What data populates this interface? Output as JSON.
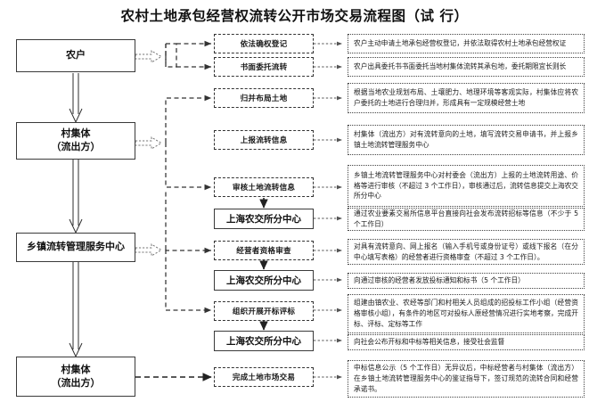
{
  "title": "农村土地承包经营权流转公开市场交易流程图（试 行）",
  "left_column": [
    {
      "id": "farmer",
      "line1": "农户",
      "line2": ""
    },
    {
      "id": "village-collective-top",
      "line1": "村集体",
      "line2": "（流出方）"
    },
    {
      "id": "township-center",
      "line1": "乡镇流转管理服务中心",
      "line2": ""
    },
    {
      "id": "village-collective-bottom",
      "line1": "村集体",
      "line2": "（流出方）"
    }
  ],
  "middle_column": [
    {
      "id": "step-rights-registration",
      "label": "依法确权登记",
      "style": "dashed"
    },
    {
      "id": "step-written-entrustment",
      "label": "书面委托流转",
      "style": "dashed"
    },
    {
      "id": "step-merge-land",
      "label": "归并布局土地",
      "style": "dashed"
    },
    {
      "id": "step-report-info",
      "label": "上报流转信息",
      "style": "dashed"
    },
    {
      "id": "step-review-info",
      "label": "审核土地流转信息",
      "style": "dashed"
    },
    {
      "id": "agency-center-1",
      "label": "上海农交所分中心",
      "style": "solid"
    },
    {
      "id": "step-qualification-review",
      "label": "经营者资格审查",
      "style": "dashed"
    },
    {
      "id": "agency-center-2",
      "label": "上海农交所分中心",
      "style": "solid"
    },
    {
      "id": "step-bid-opening",
      "label": "组织开展开标评标",
      "style": "dashed"
    },
    {
      "id": "agency-center-3",
      "label": "上海农交所分中心",
      "style": "solid"
    },
    {
      "id": "step-complete-transaction",
      "label": "完成土地市场交易",
      "style": "dashed"
    }
  ],
  "descriptions": [
    {
      "id": "desc-rights-registration",
      "text": "农户主动申请土地承包经营权登记，并依法取得农村土地承包经营权证"
    },
    {
      "id": "desc-written-entrustment",
      "text": "农户出具委托书书面委托当地村集体流转其承包地，委托期限宜长则长"
    },
    {
      "id": "desc-merge-land",
      "text": "根据当地农业规划布局、土壤肥力、地理环境等客观实际，村集体应将农户委托的土地进行合理归并，形成具有一定规模经营土地"
    },
    {
      "id": "desc-report-info",
      "text": "村集体（流出方）对有流转意向的土地，填写流转交易申请书，并上报乡镇土地流转管理服务中心"
    },
    {
      "id": "desc-review-info",
      "text": "乡镇土地流转管理服务中心对村委会（流出方）上报的土地流转用途、价格等进行审核（不超过 3 个工作日），审核通过后，流转信息提交上海农交所分中心"
    },
    {
      "id": "desc-publish-info",
      "text": "通过农业要素交易所信息平台直接向社会发布流转招标等信息（不少于 5 个工作日）"
    },
    {
      "id": "desc-qualification-review",
      "text": "对具有流转意向、网上报名（输入手机号或身份证号）或线下报名（在分中心填写表格）的经营者进行资格审查（不超过 3 个工作日）。"
    },
    {
      "id": "desc-issue-notice",
      "text": "向通过审核的经营者发放投标通知和标书（5 个工作日）"
    },
    {
      "id": "desc-bid-group",
      "text": "组建由镇农业、农经等部门和村相关人员组成的招投标工作小组（经营资格审核小组），有条件的地区可对投标人原经营情况进行实地考察，完成开标、评标、定标等工作"
    },
    {
      "id": "desc-publicize",
      "text": "向社会公布开标和中标等相关信息，接受社会监督"
    },
    {
      "id": "desc-sign-contract",
      "text": "中标信息公示（5 个工作日）无异议后，中标经营者与村集体（流出方）在乡镇土地流转管理服务中心的鉴证指导下，签订规范的流转合同和经营承诺书。"
    }
  ],
  "colors": {
    "box_border": "#3a3a3a",
    "dashed_border": "#333333",
    "dotted_border": "#444444",
    "text": "#111111",
    "background": "#ffffff"
  }
}
